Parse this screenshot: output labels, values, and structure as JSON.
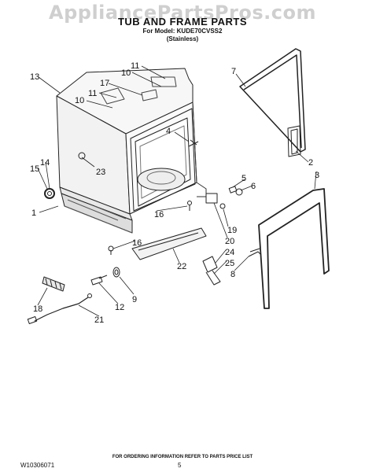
{
  "watermark": "AppliancePartsPros.com",
  "header": {
    "title": "TUB AND FRAME PARTS",
    "model_line": "For Model: KUDE70CVSS2",
    "variant": "(Stainless)"
  },
  "callouts": {
    "c1": "1",
    "c2": "2",
    "c3": "3",
    "c4": "4",
    "c5": "5",
    "c6": "6",
    "c7": "7",
    "c8": "8",
    "c9": "9",
    "c10a": "10",
    "c10b": "10",
    "c11a": "11",
    "c11b": "11",
    "c12": "12",
    "c13": "13",
    "c14": "14",
    "c15": "15",
    "c16a": "16",
    "c16b": "16",
    "c17": "17",
    "c18": "18",
    "c19": "19",
    "c20": "20",
    "c21": "21",
    "c22": "22",
    "c23": "23",
    "c24": "24",
    "c25": "25"
  },
  "footer": {
    "order_note": "FOR ORDERING INFORMATION REFER TO PARTS PRICE LIST",
    "doc_number": "W10306071",
    "page_number": "5"
  }
}
